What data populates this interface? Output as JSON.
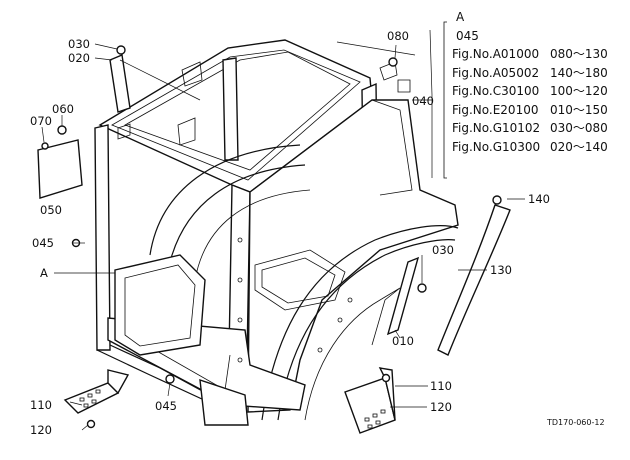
{
  "diagram": {
    "drawing_code": "TD170-060-12",
    "callouts": {
      "p030_left": "030",
      "p020": "020",
      "p060": "060",
      "p070": "070",
      "p050": "050",
      "p045_left": "045",
      "pA": "A",
      "p110_left": "110",
      "p120_left": "120",
      "p045_bottom": "045",
      "p080": "080",
      "p040": "040",
      "p140": "140",
      "p030_right": "030",
      "p130": "130",
      "p010": "010",
      "p110_right": "110",
      "p120_right": "120"
    },
    "legend": {
      "header_letter": "A",
      "header_part": "045",
      "rows": [
        {
          "fig": "Fig.No.A01000",
          "range": "080～130"
        },
        {
          "fig": "Fig.No.A05002",
          "range": "140～180"
        },
        {
          "fig": "Fig.No.C30100",
          "range": "100～120"
        },
        {
          "fig": "Fig.No.E20100",
          "range": "010～150"
        },
        {
          "fig": "Fig.No.G10102",
          "range": "030～080"
        },
        {
          "fig": "Fig.No.G10300",
          "range": "020～140"
        }
      ]
    }
  }
}
